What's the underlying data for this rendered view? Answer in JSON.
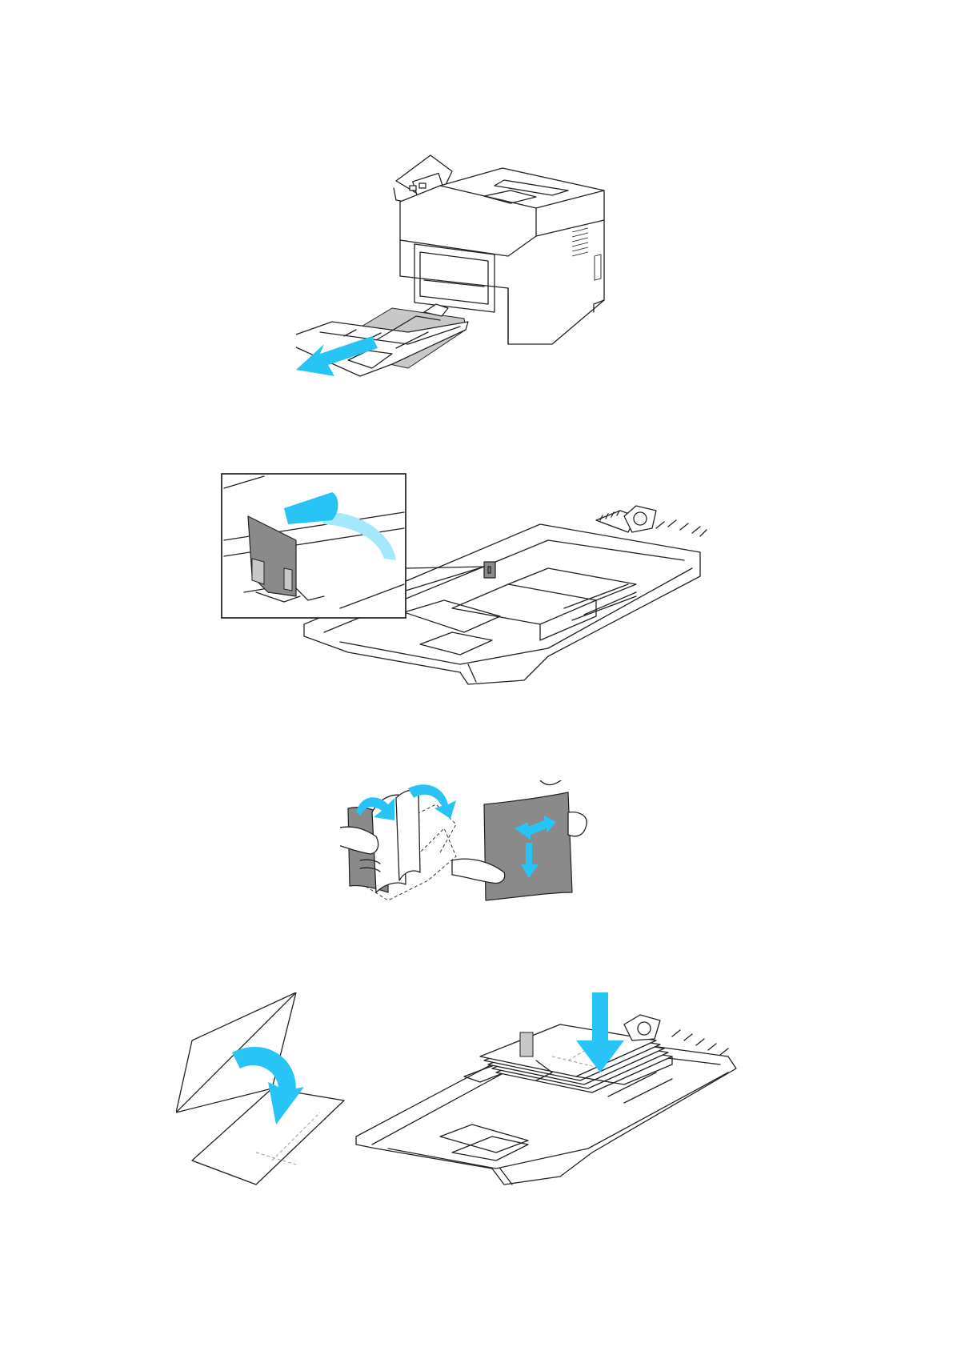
{
  "colors": {
    "arrow": "#27c4f5",
    "arrow_light": "#a6e8fb",
    "paper_gray": "#8a8a8a",
    "line": "#222222",
    "background": "#ffffff"
  },
  "figures": [
    {
      "id": "fig-1",
      "subject": "printer-bypass-tray-extension"
    },
    {
      "id": "fig-2",
      "subject": "tray-stop-flip-inset"
    },
    {
      "id": "fig-3",
      "subject": "fan-paper-stack"
    },
    {
      "id": "fig-4",
      "subject": "load-envelopes-flap-closed"
    }
  ]
}
